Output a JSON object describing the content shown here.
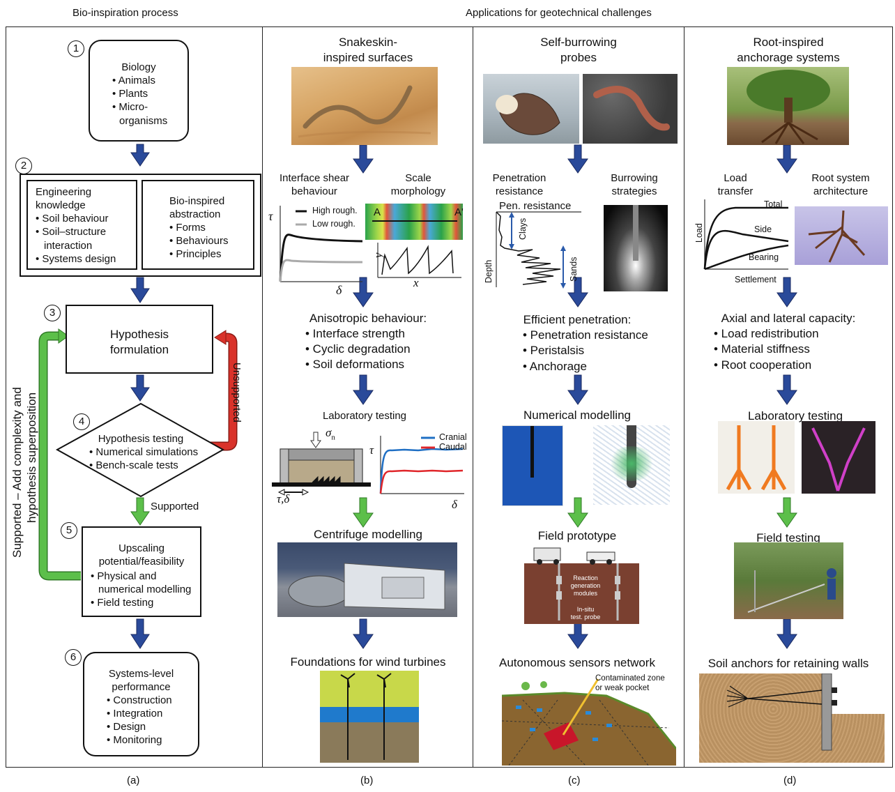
{
  "headers": {
    "left": "Bio-inspiration process",
    "right": "Applications for geotechnical challenges"
  },
  "panel_labels": [
    "(a)",
    "(b)",
    "(c)",
    "(d)"
  ],
  "process": {
    "steps": [
      {
        "num": "1",
        "lines": [
          "Biology",
          "• Animals",
          "• Plants",
          "• Micro-",
          "organisms"
        ]
      },
      {
        "num": "2",
        "left_lines": [
          "Engineering",
          "knowledge",
          "• Soil behaviour",
          "• Soil–structure",
          "interaction",
          "• Systems design"
        ],
        "right_lines": [
          "Bio-inspired",
          "abstraction",
          "• Forms",
          "• Behaviours",
          "• Principles"
        ]
      },
      {
        "num": "3",
        "lines": [
          "Hypothesis",
          "formulation"
        ]
      },
      {
        "num": "4",
        "lines": [
          "Hypothesis testing",
          "• Numerical simulations",
          "• Bench-scale tests"
        ]
      },
      {
        "num": "5",
        "lines": [
          "Upscaling",
          "potential/feasibility",
          "• Physical and",
          "numerical modelling",
          "• Field testing"
        ]
      },
      {
        "num": "6",
        "lines": [
          "Systems-level",
          "performance",
          "• Construction",
          "• Integration",
          "• Design",
          "• Monitoring"
        ]
      }
    ],
    "supported_label": "Supported",
    "unsupported_label": "Unsupported",
    "loop_label_1": "Supported – Add complexity and",
    "loop_label_2": "hypothesis superposition"
  },
  "snakeskin": {
    "title_1": "Snakeskin-",
    "title_2": "inspired surfaces",
    "col1_1": "Interface shear",
    "col1_2": "behaviour",
    "col2_1": "Scale",
    "col2_2": "morphology",
    "legend_high": "High rough.",
    "legend_low": "Low rough.",
    "tau": "τ",
    "delta": "δ",
    "section_a": "A",
    "section_a2": "A'",
    "y_axis": "y",
    "x_axis": "x",
    "result_title": "Anisotropic behaviour:",
    "results": [
      "• Interface strength",
      "• Cyclic degradation",
      "• Soil deformations"
    ],
    "lab_title": "Laboratory testing",
    "sigma": "σ",
    "sigma_sub": "n",
    "tau_delta": "τ,δ",
    "cranial": "Cranial",
    "caudal": "Caudal",
    "centrifuge": "Centrifuge modelling",
    "final": "Foundations for wind turbines"
  },
  "burrowing": {
    "title_1": "Self-burrowing",
    "title_2": "probes",
    "col1_1": "Penetration",
    "col1_2": "resistance",
    "col2_1": "Burrowing",
    "col2_2": "strategies",
    "pen_res": "Pen. resistance",
    "depth": "Depth",
    "clays": "Clays",
    "sands": "Sands",
    "result_title": "Efficient penetration:",
    "results": [
      "• Penetration resistance",
      "• Peristalsis",
      "• Anchorage"
    ],
    "numerical": "Numerical modelling",
    "field": "Field prototype",
    "module_label_1": "Reaction",
    "module_label_2": "generation",
    "module_label_3": "modules",
    "probe_label_1": "In-situ",
    "probe_label_2": "test. probe",
    "final": "Autonomous sensors network",
    "zone_1": "Contaminated zone",
    "zone_2": "or weak pocket"
  },
  "roots": {
    "title_1": "Root-inspired",
    "title_2": "anchorage systems",
    "col1_1": "Load",
    "col1_2": "transfer",
    "col2_1": "Root system",
    "col2_2": "architecture",
    "total": "Total",
    "side": "Side",
    "bearing": "Bearing",
    "load_axis": "Load",
    "settlement": "Settlement",
    "result_title": "Axial and lateral capacity:",
    "results": [
      "• Load redistribution",
      "• Material stiffness",
      "• Root cooperation"
    ],
    "lab": "Laboratory testing",
    "field": "Field testing",
    "final": "Soil anchors for retaining walls"
  },
  "colors": {
    "blue_arrow": "#2a4a9a",
    "green_arrow": "#5cbf4a",
    "red_arrow": "#d9322a",
    "cranial": "#1f6fc4",
    "caudal": "#e0262a"
  }
}
